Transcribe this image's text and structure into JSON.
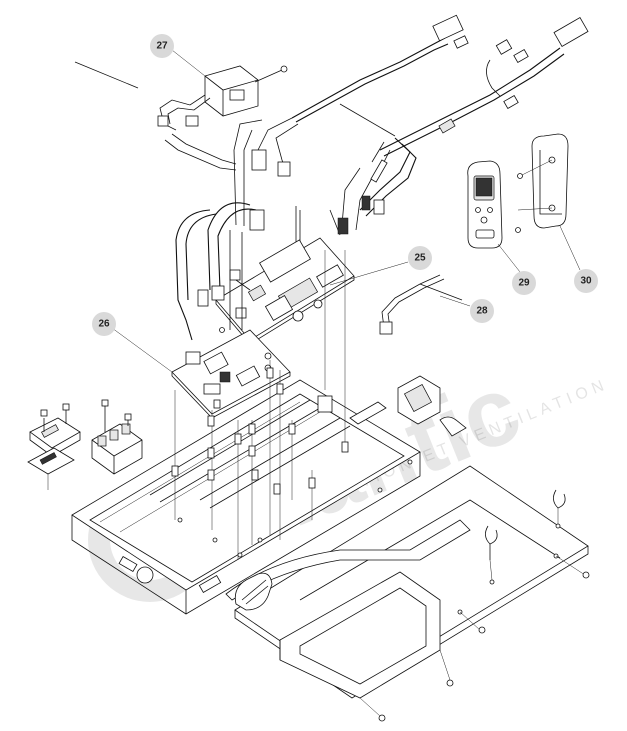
{
  "callouts": [
    {
      "id": "27",
      "label": "27"
    },
    {
      "id": "25",
      "label": "25"
    },
    {
      "id": "26",
      "label": "26"
    },
    {
      "id": "28",
      "label": "28"
    },
    {
      "id": "29",
      "label": "29"
    },
    {
      "id": "30",
      "label": "30"
    }
  ],
  "watermark": {
    "brand": "atlantic",
    "tagline": "CLIMATISATION ET VENTILATION"
  },
  "colors": {
    "line": "#111111",
    "callout_fill": "#d9d9d9",
    "background": "#ffffff"
  }
}
